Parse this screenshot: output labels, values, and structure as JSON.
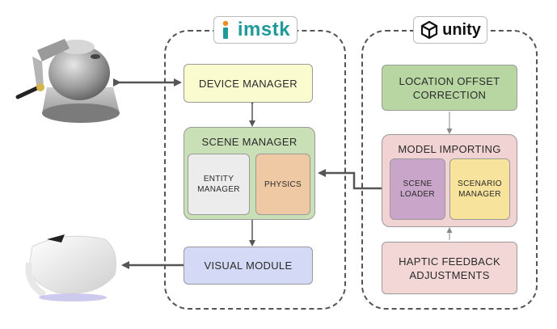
{
  "imstk": {
    "logo_text": "imstk",
    "device_manager": "DEVICE MANAGER",
    "scene_manager": "SCENE MANAGER",
    "entity_manager": "ENTITY MANAGER",
    "physics": "PHYSICS",
    "visual_module": "VISUAL MODULE"
  },
  "unity": {
    "logo_text": "unity",
    "location_offset": "LOCATION OFFSET CORRECTION",
    "model_importing": "MODEL IMPORTING",
    "scene_loader": "SCENE LOADER",
    "scenario_manager": "SCENARIO MANAGER",
    "haptic_feedback": "HAPTIC FEEDBACK ADJUSTMENTS"
  },
  "colors": {
    "device_manager": "#fbfbd0",
    "scene_manager": "#c9dfb5",
    "entity_manager": "#ececec",
    "physics": "#efc9a4",
    "visual_module": "#d4d9f5",
    "location_offset": "#b7d6a2",
    "model_importing": "#f2d3d3",
    "scene_loader": "#c9a5c9",
    "scenario_manager": "#f7e39b",
    "haptic_feedback": "#f3d7d7",
    "imstk_teal": "#1f9a9a",
    "imstk_orange": "#f08a24"
  },
  "icons": [
    "haptic-device-icon",
    "vr-headset-icon",
    "unity-logo-icon"
  ]
}
